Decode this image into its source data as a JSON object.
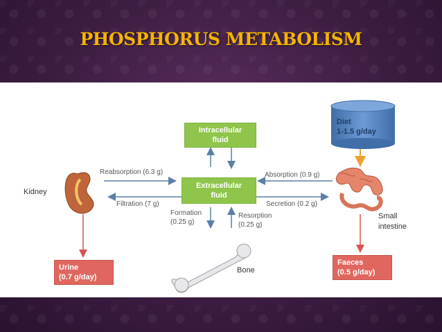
{
  "title": "PHOSPHORUS METABOLISM",
  "diagram": {
    "intracellular": [
      "Intracellular",
      "fluid"
    ],
    "extracellular": [
      "Extracellular",
      "fluid"
    ],
    "diet": [
      "Diet",
      "1-1.5 g/day"
    ],
    "kidney": "Kidney",
    "small_intestine": [
      "Small",
      "intestine"
    ],
    "bone": "Bone",
    "urine": [
      "Urine",
      "(0.7 g/day)"
    ],
    "faeces": [
      "Faeces",
      "(0.5 g/day)"
    ],
    "reabsorption": "Reabsorption (6.3 g)",
    "filtration": "Filtration (7 g)",
    "absorption": "Absorption (0.9 g)",
    "secretion": "Secretion (0.2 g)",
    "formation": [
      "Formation",
      "(0.25 g)"
    ],
    "resorption": [
      "Resorption",
      "(0.25 g)"
    ]
  },
  "colors": {
    "title": "#f4b400",
    "fluid_box": "#8fc54a",
    "output_box": "#e0675f",
    "arrow": "#5b7fa8",
    "output_arrow": "#d9534f",
    "diet_arrow": "#f0a030",
    "diet_cylinder": "#4f81bd"
  }
}
